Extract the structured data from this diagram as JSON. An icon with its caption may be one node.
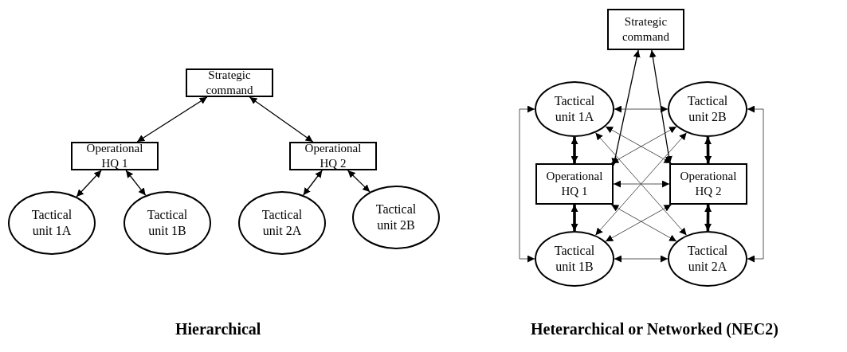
{
  "diagram": {
    "nodes": [
      {
        "text": [
          "Strategic command"
        ]
      },
      {
        "text": [
          "Operational HQ 1"
        ]
      },
      {
        "text": [
          "Operational HQ 2"
        ]
      },
      {
        "text": [
          "Tactical unit 1A"
        ]
      },
      {
        "text": [
          "Tactical unit 1B"
        ]
      },
      {
        "text": [
          "Tactical unit 2A"
        ]
      },
      {
        "text": [
          "Tactical unit 2B"
        ]
      },
      {
        "text": [
          "Strategic command"
        ]
      },
      {
        "text": [
          "Tactical unit 1A"
        ]
      },
      {
        "text": [
          "Tactical unit 2B"
        ]
      },
      {
        "text": [
          "Operational HQ 1"
        ]
      },
      {
        "text": [
          "Operational HQ 2"
        ]
      },
      {
        "text": [
          "Tactical unit 1B"
        ]
      },
      {
        "text": [
          "Tactical unit 2A"
        ]
      }
    ],
    "edges": [
      {
        "from": 0,
        "to": 1,
        "arrow": "both"
      },
      {
        "from": 0,
        "to": 2,
        "arrow": "both"
      },
      {
        "from": 1,
        "to": 3,
        "arrow": "both"
      },
      {
        "from": 1,
        "to": 4,
        "arrow": "both"
      },
      {
        "from": 2,
        "to": 5,
        "arrow": "both"
      },
      {
        "from": 2,
        "to": 6,
        "arrow": "both"
      },
      {
        "from": 7,
        "to": 10,
        "arrow": "both"
      },
      {
        "from": 7,
        "to": 11,
        "arrow": "both"
      },
      {
        "from": 8,
        "to": 9,
        "arrow": "both"
      },
      {
        "from": 8,
        "to": 10,
        "arrow": "both",
        "style": "thick"
      },
      {
        "from": 9,
        "to": 11,
        "arrow": "both",
        "style": "thick"
      },
      {
        "from": 10,
        "to": 11,
        "arrow": "both"
      },
      {
        "from": 10,
        "to": 12,
        "arrow": "both",
        "style": "thick"
      },
      {
        "from": 11,
        "to": 13,
        "arrow": "both",
        "style": "thick"
      },
      {
        "from": 12,
        "to": 13,
        "arrow": "both"
      },
      {
        "from": 8,
        "to": 12,
        "arrow": "both"
      },
      {
        "from": 9,
        "to": 13,
        "arrow": "both"
      },
      {
        "from": 8,
        "to": 11,
        "arrow": "both"
      },
      {
        "from": 8,
        "to": 13,
        "arrow": "both"
      },
      {
        "from": 9,
        "to": 10,
        "arrow": "both"
      },
      {
        "from": 9,
        "to": 12,
        "arrow": "both"
      },
      {
        "from": 10,
        "to": 13,
        "arrow": "both"
      },
      {
        "from": 11,
        "to": 12,
        "arrow": "both"
      }
    ],
    "labels": [
      "Hierarchical",
      "Heterarchical or Networked (NEC2)"
    ]
  }
}
